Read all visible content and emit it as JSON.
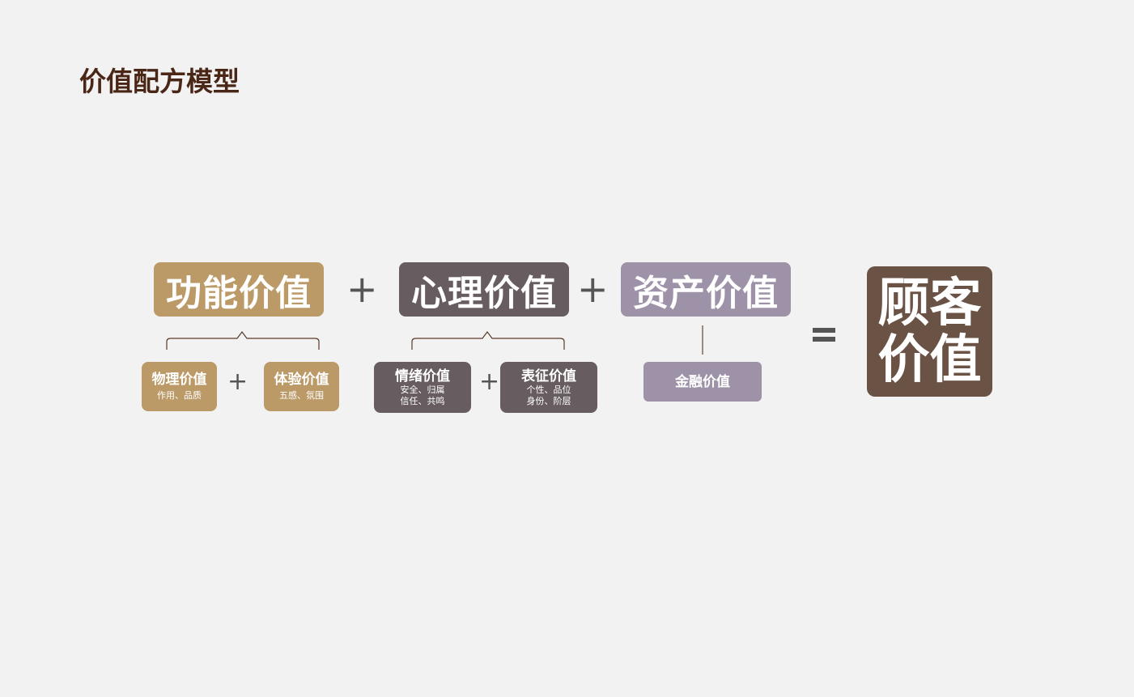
{
  "title": "价值配方模型",
  "colors": {
    "functional": "#bb9a68",
    "psychological": "#675c60",
    "asset": "#9d92a8",
    "customer": "#6a5244",
    "title": "#4a2616",
    "operator": "#555555",
    "brace": "#5b3a2c"
  },
  "operators": {
    "plus": "+",
    "equals": "="
  },
  "top": {
    "functional": "功能价值",
    "psychological": "心理价值",
    "asset": "资产价值"
  },
  "result": {
    "line1": "顾客",
    "line2": "价值"
  },
  "sub": {
    "physical": {
      "title": "物理价值",
      "desc": "作用、品质"
    },
    "experience": {
      "title": "体验价值",
      "desc": "五感、氛围"
    },
    "emotional": {
      "title": "情绪价值",
      "desc1": "安全、归属",
      "desc2": "信任、共鸣"
    },
    "symbolic": {
      "title": "表征价值",
      "desc1": "个性、品位",
      "desc2": "身份、阶层"
    },
    "financial": {
      "title": "金融价值"
    }
  }
}
